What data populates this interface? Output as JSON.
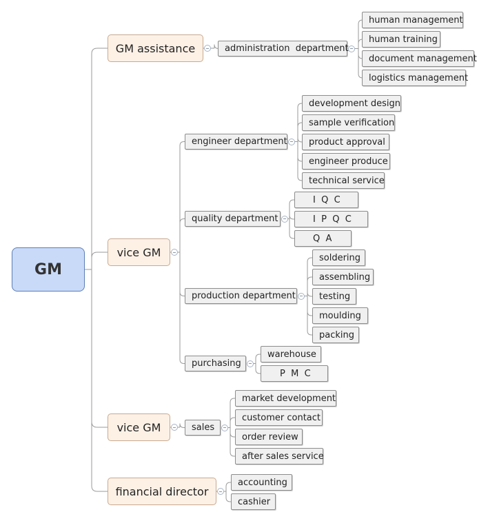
{
  "root": "GM",
  "branches": {
    "gm_assistance": {
      "label": "GM assistance",
      "administration": {
        "label": "administration  department",
        "items": [
          "human management",
          "human training",
          "document management",
          "logistics management"
        ]
      }
    },
    "vice_gm_1": {
      "label": "vice GM",
      "engineer": {
        "label": "engineer department",
        "items": [
          "development design",
          "sample verification",
          "product approval",
          "engineer produce",
          "technical service"
        ]
      },
      "quality": {
        "label": "quality department",
        "items": [
          "I  Q  C",
          "I  P  Q  C",
          "Q  A"
        ]
      },
      "production": {
        "label": "production department",
        "items": [
          "soldering",
          "assembling",
          "testing",
          "moulding",
          "packing"
        ]
      },
      "purchasing": {
        "label": "purchasing",
        "items": [
          "warehouse",
          "P  M  C"
        ]
      }
    },
    "vice_gm_2": {
      "label": "vice GM",
      "sales": {
        "label": "sales",
        "items": [
          "market development",
          "customer contact",
          "order review",
          "after sales service"
        ]
      }
    },
    "financial": {
      "label": "financial director",
      "items": [
        "accounting",
        "cashier"
      ]
    }
  }
}
